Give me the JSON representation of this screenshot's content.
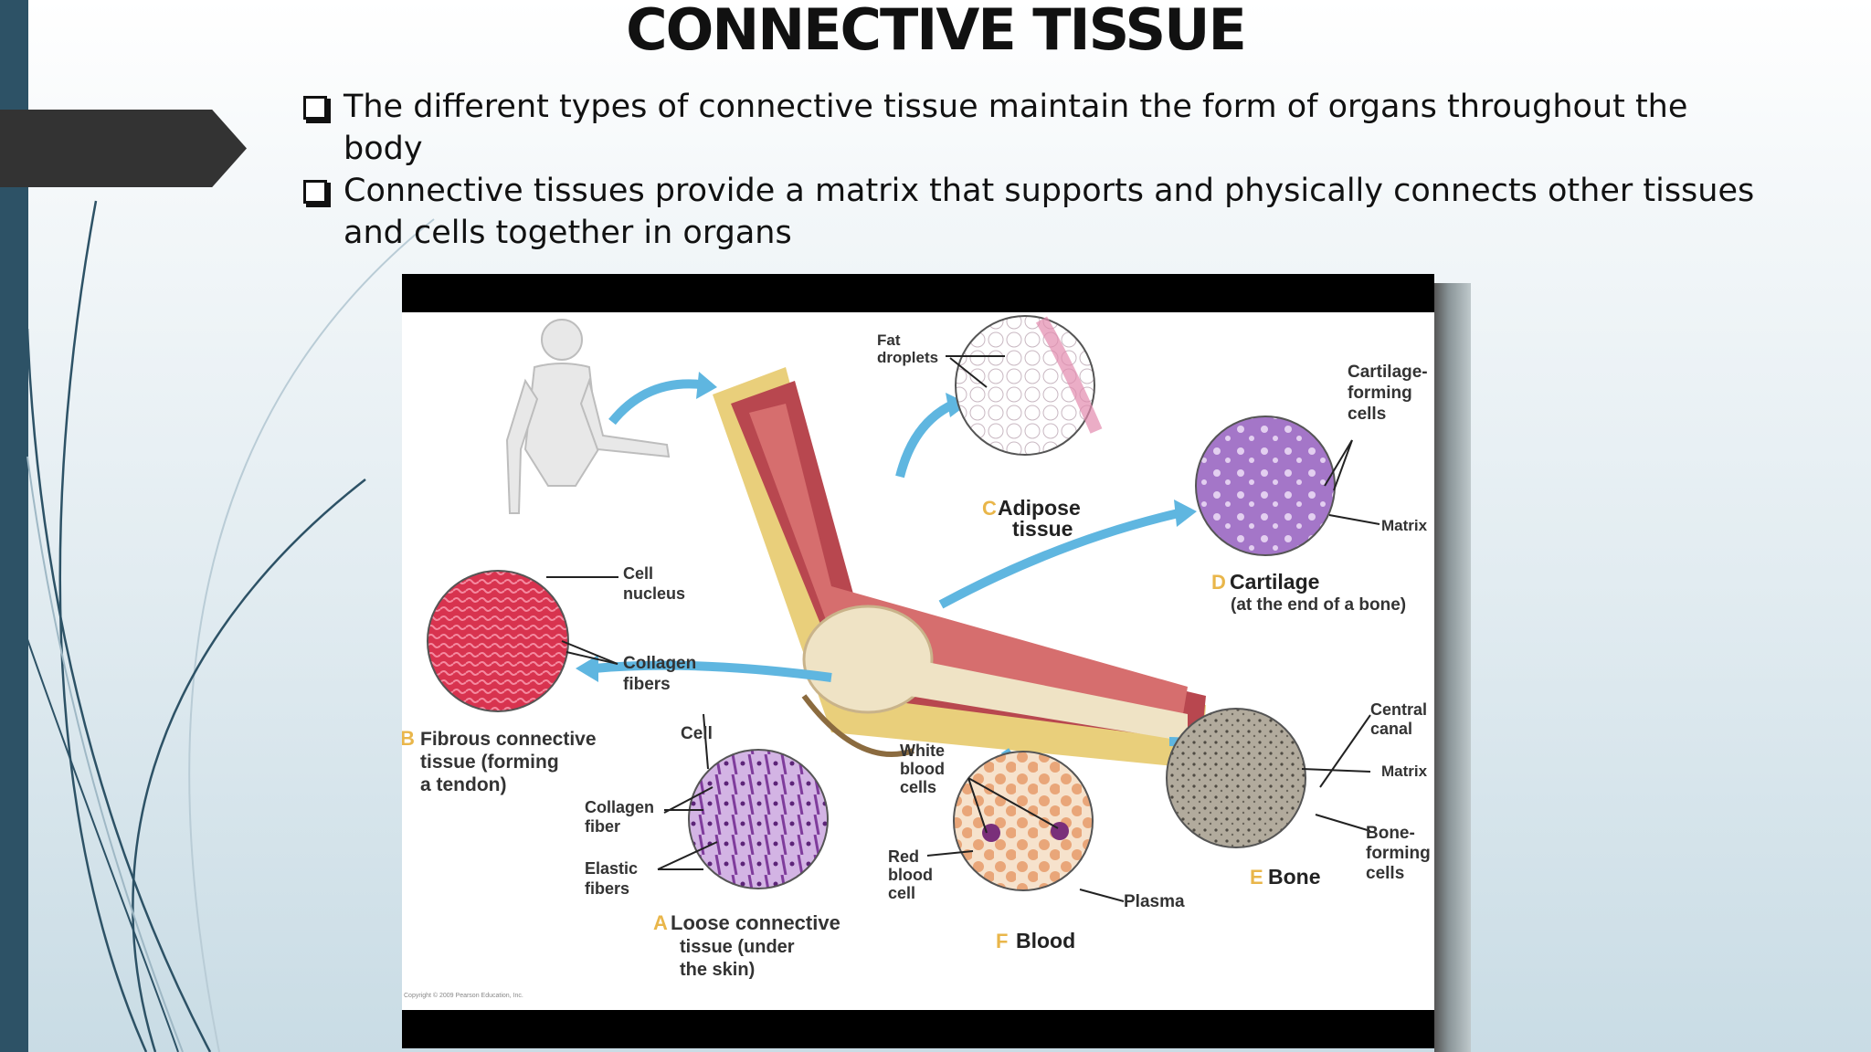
{
  "slide": {
    "title": "CONNECTIVE TISSUE",
    "bullets": [
      "The different types of connective tissue maintain the form of organs throughout the body",
      "Connective tissues provide a matrix that supports and physically connects other tissues and cells together in organs"
    ]
  },
  "figure": {
    "labels": {
      "fat_droplets": [
        "Fat",
        "droplets"
      ],
      "adipose": {
        "letter": "C",
        "lines": [
          "Adipose",
          "tissue"
        ]
      },
      "cartilage_forming": [
        "Cartilage-",
        "forming",
        "cells"
      ],
      "matrix_cartilage": "Matrix",
      "cartilage": {
        "letter": "D",
        "lines": [
          "Cartilage",
          "(at the end of a bone)"
        ]
      },
      "cell_nucleus": [
        "Cell",
        "nucleus"
      ],
      "collagen_fibers": [
        "Collagen",
        "fibers"
      ],
      "fibrous": {
        "letter": "B",
        "lines": [
          "Fibrous connective",
          "tissue (forming",
          "a tendon)"
        ]
      },
      "cell": "Cell",
      "collagen_fiber": [
        "Collagen",
        "fiber"
      ],
      "elastic_fibers": [
        "Elastic",
        "fibers"
      ],
      "loose": {
        "letter": "A",
        "lines": [
          "Loose connective",
          "tissue (under",
          "the skin)"
        ]
      },
      "white_blood": [
        "White",
        "blood",
        "cells"
      ],
      "red_blood": [
        "Red",
        "blood",
        "cell"
      ],
      "plasma": "Plasma",
      "blood": {
        "letter": "F",
        "lines": [
          "Blood"
        ]
      },
      "central_canal": [
        "Central",
        "canal"
      ],
      "matrix_bone": "Matrix",
      "bone_forming": [
        "Bone-",
        "forming",
        "cells"
      ],
      "bone": {
        "letter": "E",
        "lines": [
          "Bone"
        ]
      },
      "copyright": "Copyright © 2009 Pearson Education, Inc."
    }
  },
  "colors": {
    "left_bar": "#2d5266",
    "tab": "#333333",
    "arrow": "#5fb6e0",
    "adipose": "#f7eef3",
    "cartilage": "#a476c8",
    "fibrous": "#d8334f",
    "loose": "#9b5fb8",
    "blood": "#efc49b",
    "bone": "#8f8a7f"
  }
}
